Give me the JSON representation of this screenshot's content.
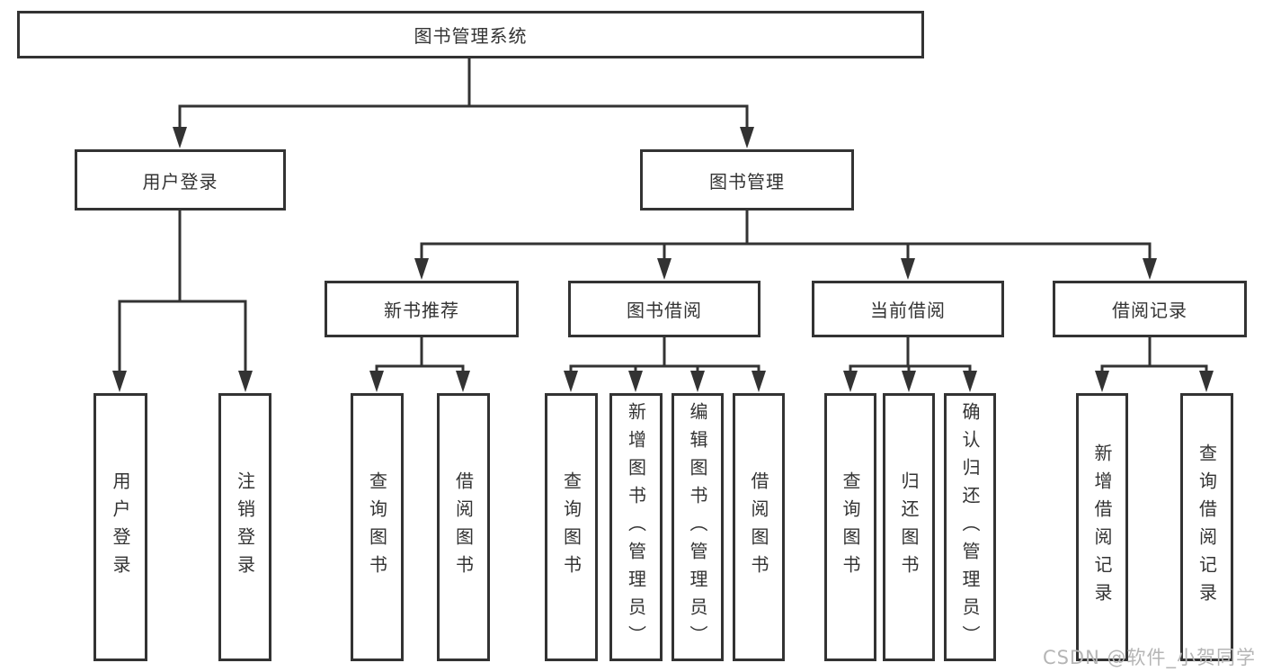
{
  "diagram_type": "hierarchy-tree",
  "colors": {
    "line": "#333333",
    "background": "#ffffff",
    "watermark_text": "#b5b5b5"
  },
  "watermark": "CSDN @软件_小贺同学",
  "tree": {
    "label": "图书管理系统",
    "children": [
      {
        "label": "用户登录",
        "children": [
          {
            "label": "用户登录"
          },
          {
            "label": "注销登录"
          }
        ]
      },
      {
        "label": "图书管理",
        "children": [
          {
            "label": "新书推荐",
            "children": [
              {
                "label": "查询图书"
              },
              {
                "label": "借阅图书"
              }
            ]
          },
          {
            "label": "图书借阅",
            "children": [
              {
                "label": "查询图书"
              },
              {
                "label": "新增图书（管理员）"
              },
              {
                "label": "编辑图书（管理员）"
              },
              {
                "label": "借阅图书"
              }
            ]
          },
          {
            "label": "当前借阅",
            "children": [
              {
                "label": "查询图书"
              },
              {
                "label": "归还图书"
              },
              {
                "label": "确认归还（管理员）"
              }
            ]
          },
          {
            "label": "借阅记录",
            "children": [
              {
                "label": "新增借阅记录"
              },
              {
                "label": "查询借阅记录"
              }
            ]
          }
        ]
      }
    ]
  }
}
